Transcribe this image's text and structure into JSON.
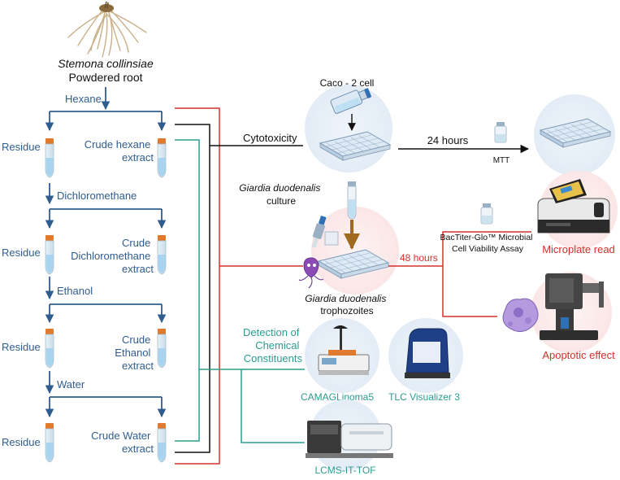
{
  "colors": {
    "flow_blue": "#2f5d8f",
    "cytotoxicity_black": "#111111",
    "giardia_red": "#d2302a",
    "chemical_teal": "#2a9d8f",
    "tube_cap": "#e07a2e",
    "tube_liquid": "#a8d4ef"
  },
  "plant": {
    "name": "Stemona collinsiae",
    "part": "Powdered root"
  },
  "extraction": {
    "steps": [
      {
        "solvent": "Hexane",
        "residue": "Residue",
        "extract_lines": [
          "Crude hexane",
          "extract"
        ]
      },
      {
        "solvent": "Dichloromethane",
        "residue": "Residue",
        "extract_lines": [
          "Crude",
          "Dichloromethane",
          "extract"
        ]
      },
      {
        "solvent": "Ethanol",
        "residue": "Residue",
        "extract_lines": [
          "Crude",
          "Ethanol",
          "extract"
        ]
      },
      {
        "solvent": "Water",
        "residue": "Residue",
        "extract_lines": [
          "Crude Water",
          "extract"
        ]
      }
    ]
  },
  "cytotoxicity": {
    "label": "Cytotoxicity",
    "cell_line": "Caco - 2 cell",
    "time": "24 hours",
    "assay": "MTT"
  },
  "giardia": {
    "culture_lines": [
      "Giardia duodenalis",
      "culture"
    ],
    "trophozoite_lines": [
      "Giardia duodenalis",
      "trophozoites"
    ],
    "time": "48 hours",
    "assay_lines": [
      "BacTiter-Glo™ Microbial",
      "Cell Viability Assay"
    ],
    "readout": "Microplate read",
    "effect": "Apoptotic effect"
  },
  "chemical": {
    "label_lines": [
      "Detection of",
      "Chemical",
      "Constituents"
    ],
    "instruments": [
      "CAMAGLinoma5",
      "TLC Visualizer 3",
      "LCMS-IT-TOF"
    ]
  }
}
